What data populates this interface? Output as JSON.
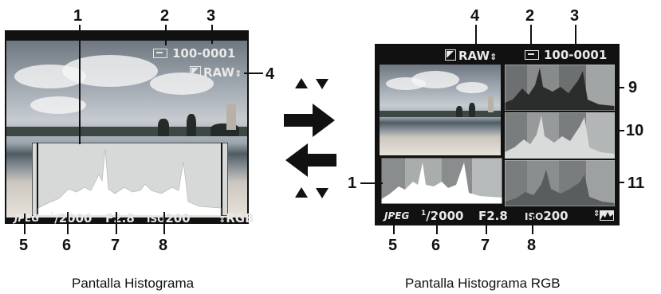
{
  "left": {
    "file_number": "100-0001",
    "raw_label": "RAW",
    "format": "JPEG",
    "shutter_numerator": "1",
    "shutter_denominator": "2000",
    "aperture": "F2.8",
    "iso_label": "ISO",
    "iso_value": "200",
    "mode": "RGB",
    "caption": "Pantalla Histograma"
  },
  "right": {
    "file_number": "100-0001",
    "raw_label": "RAW",
    "format": "JPEG",
    "shutter_numerator": "1",
    "shutter_denominator": "2000",
    "aperture": "F2.8",
    "iso_label": "ISO",
    "iso_value": "200",
    "caption": "Pantalla Histograma RGB"
  },
  "callouts": {
    "n1": "1",
    "n2": "2",
    "n3": "3",
    "n4": "4",
    "n5": "5",
    "n6": "6",
    "n7": "7",
    "n8": "8",
    "n9": "9",
    "n10": "10",
    "n11": "11"
  },
  "icons": [
    "key-protect-icon",
    "ev-compensation-icon",
    "up-arrow-icon",
    "down-arrow-icon",
    "right-arrow-icon",
    "left-arrow-icon",
    "histogram-toggle-icon"
  ]
}
